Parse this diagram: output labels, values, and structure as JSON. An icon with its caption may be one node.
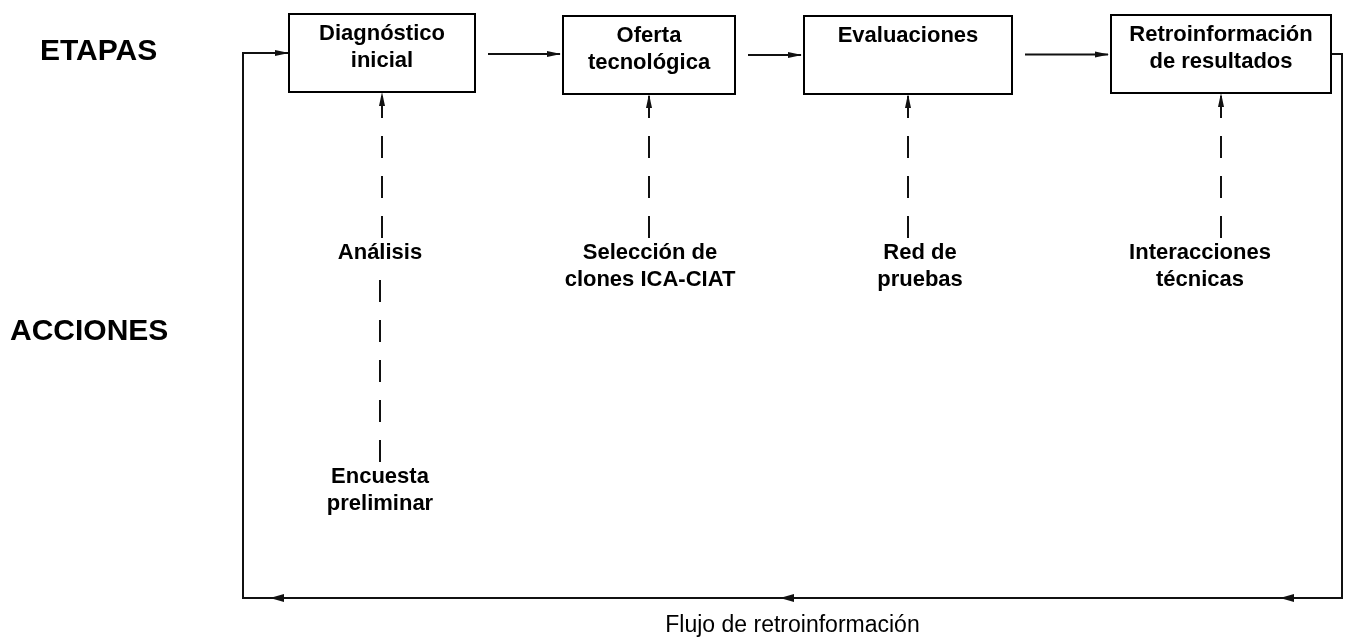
{
  "diagram": {
    "nodes": [
      {
        "text": [
          "Diagnóstico inicial"
        ]
      },
      {
        "text": [
          "Oferta tecnológica"
        ]
      },
      {
        "text": [
          "Evaluaciones"
        ]
      },
      {
        "text": [
          "Retroinformación de resultados"
        ]
      },
      {
        "text": [
          "Análisis"
        ]
      },
      {
        "text": [
          "Encuesta preliminar"
        ]
      },
      {
        "text": [
          "Selección de clones ICA-CIAT"
        ]
      },
      {
        "text": [
          "Red de pruebas"
        ]
      },
      {
        "text": [
          "Interacciones técnicas"
        ]
      }
    ],
    "edges": [
      {
        "from": 0,
        "to": 1,
        "arrow": "to"
      },
      {
        "from": 1,
        "to": 2,
        "arrow": "to"
      },
      {
        "from": 2,
        "to": 3,
        "arrow": "to"
      },
      {
        "from": 4,
        "to": 0,
        "arrow": "to",
        "style": "dashed"
      },
      {
        "from": 5,
        "to": 4,
        "arrow": "none",
        "style": "dashed"
      },
      {
        "from": 6,
        "to": 1,
        "arrow": "to",
        "style": "dashed"
      },
      {
        "from": 7,
        "to": 2,
        "arrow": "to",
        "style": "dashed"
      },
      {
        "from": 8,
        "to": 3,
        "arrow": "to",
        "style": "dashed"
      },
      {
        "from": 3,
        "to": 0,
        "arrow": "to",
        "label": "Flujo de retroinformación"
      }
    ],
    "labels": [
      "ETAPAS",
      "ACCIONES"
    ]
  }
}
